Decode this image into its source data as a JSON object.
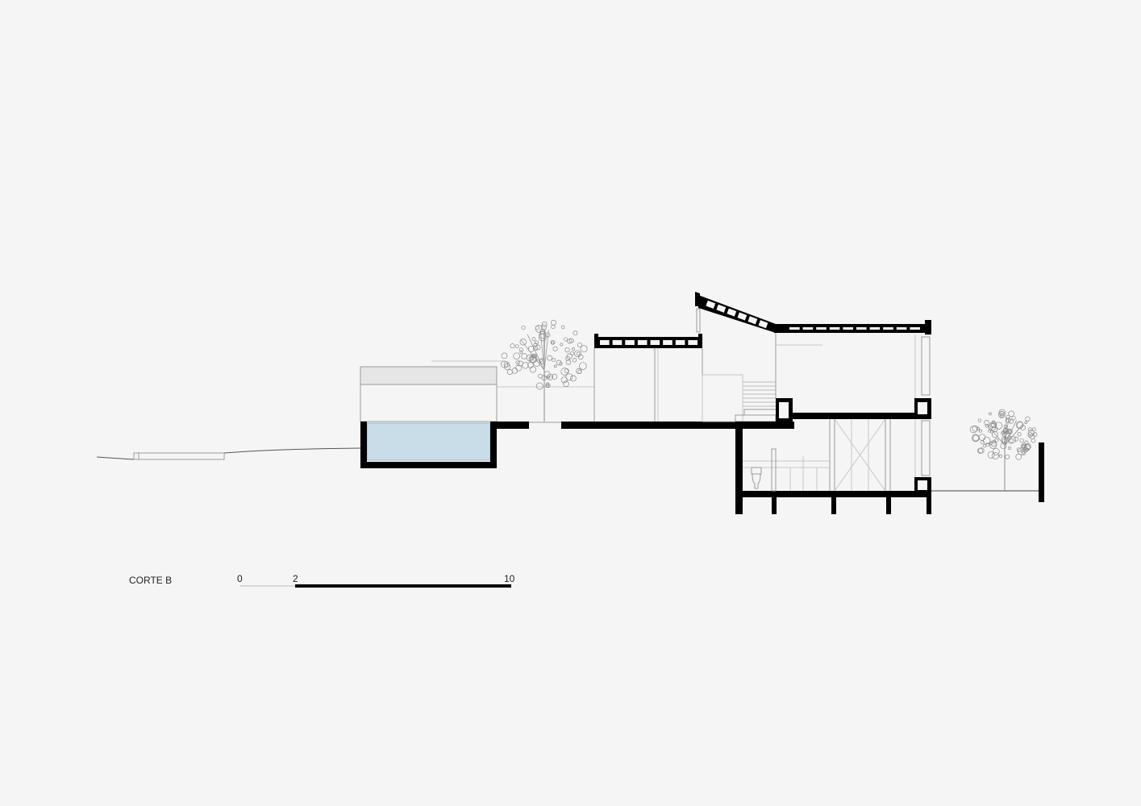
{
  "drawing": {
    "title": "CORTE B",
    "scale_bar": {
      "labels": [
        "0",
        "2",
        "10"
      ],
      "units_marked": [
        0,
        2,
        10
      ]
    }
  },
  "colors": {
    "background": "#f5f5f5",
    "section_cut": "#000000",
    "pool_water": "#c9dde8",
    "elevation_line": "#9a9a9a",
    "tree": "#8a8a8a",
    "canopy_band": "#e6e6e6"
  },
  "icons": [
    "tree-icon",
    "toilet-icon"
  ]
}
